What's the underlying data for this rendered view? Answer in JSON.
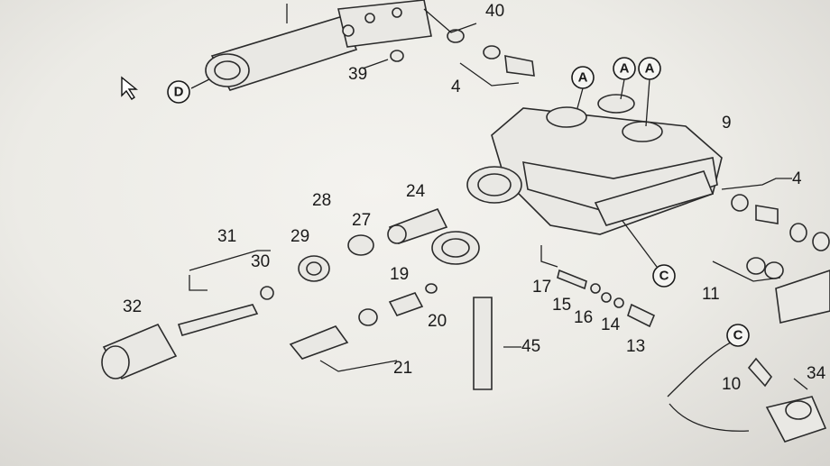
{
  "labels": {
    "l40": "40",
    "l39": "39",
    "l4a": "4",
    "l9": "9",
    "l4b": "4",
    "l11": "11",
    "l28": "28",
    "l24": "24",
    "l27": "27",
    "l29": "29",
    "l31": "31",
    "l30": "30",
    "l32": "32",
    "l19": "19",
    "l20": "20",
    "l21": "21",
    "l17": "17",
    "l15": "15",
    "l16": "16",
    "l14": "14",
    "l13": "13",
    "l45": "45",
    "l10": "10",
    "l34": "34"
  },
  "callouts": {
    "d": "D",
    "a1": "A",
    "a2": "A",
    "a3": "A",
    "c1": "C",
    "c2": "C"
  }
}
